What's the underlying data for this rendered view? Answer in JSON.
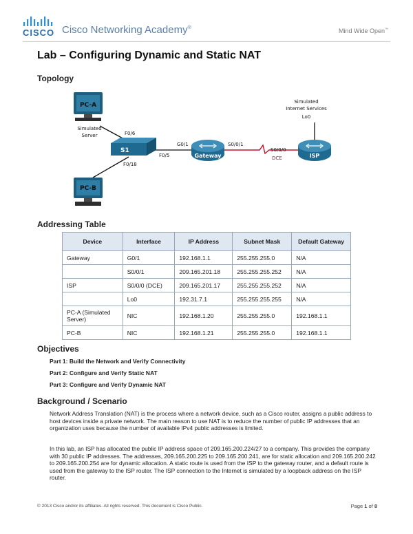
{
  "header": {
    "logo_text": "CISCO",
    "academy": "Cisco Networking Academy",
    "academy_mark": "®",
    "tagline": "Mind Wide Open",
    "tagline_mark": "™"
  },
  "title": "Lab – Configuring Dynamic and Static NAT",
  "sections": {
    "topology": "Topology",
    "addressing": "Addressing Table",
    "objectives": "Objectives",
    "background": "Background / Scenario"
  },
  "topology": {
    "pca": "PC-A",
    "pca_sub1": "Simulated",
    "pca_sub2": "Server",
    "pcb": "PC-B",
    "s1": "S1",
    "gateway": "Gateway",
    "isp": "ISP",
    "inet1": "Simulated",
    "inet2": "Internet Services",
    "lo0": "Lo0",
    "f06": "F0/6",
    "f018": "F0/18",
    "f05": "F0/5",
    "g01": "G0/1",
    "s001": "S0/0/1",
    "s000": "S0/0/0",
    "dce": "DCE"
  },
  "table": {
    "headers": [
      "Device",
      "Interface",
      "IP Address",
      "Subnet Mask",
      "Default Gateway"
    ],
    "rows": [
      [
        "Gateway",
        "G0/1",
        "192.168.1.1",
        "255.255.255.0",
        "N/A"
      ],
      [
        "",
        "S0/0/1",
        "209.165.201.18",
        "255.255.255.252",
        "N/A"
      ],
      [
        "ISP",
        "S0/0/0 (DCE)",
        "209.165.201.17",
        "255.255.255.252",
        "N/A"
      ],
      [
        "",
        "Lo0",
        "192.31.7.1",
        "255.255.255.255",
        "N/A"
      ],
      [
        "PC-A (Simulated Server)",
        "NIC",
        "192.168.1.20",
        "255.255.255.0",
        "192.168.1.1"
      ],
      [
        "PC-B",
        "NIC",
        "192.168.1.21",
        "255.255.255.0",
        "192.168.1.1"
      ]
    ]
  },
  "objectives": [
    "Part 1: Build the Network and Verify Connectivity",
    "Part 2: Configure and Verify Static NAT",
    "Part 3: Configure and Verify Dynamic NAT"
  ],
  "background": [
    "Network Address Translation (NAT) is the process where a network device, such as a Cisco router, assigns a public address to host devices inside a private network. The main reason to use NAT is to reduce the number of public IP addresses that an organization uses because the number of available IPv4 public addresses is limited.",
    "In this lab, an ISP has allocated the public IP address space of 209.165.200.224/27 to a company. This provides the company with 30 public IP addresses. The addresses, 209.165.200.225 to 209.165.200.241, are for static allocation and 209.165.200.242 to 209.165.200.254 are for dynamic allocation. A static route is used from the ISP to the gateway router, and a default route is used from the gateway to the ISP router. The ISP connection to the Internet is simulated by a loopback address on the ISP router."
  ],
  "footer": {
    "copyright": "© 2013 Cisco and/or its affiliates. All rights reserved. This document is Cisco Public.",
    "page_prefix": "Page ",
    "page": "1",
    "page_of": " of ",
    "total": "8"
  }
}
